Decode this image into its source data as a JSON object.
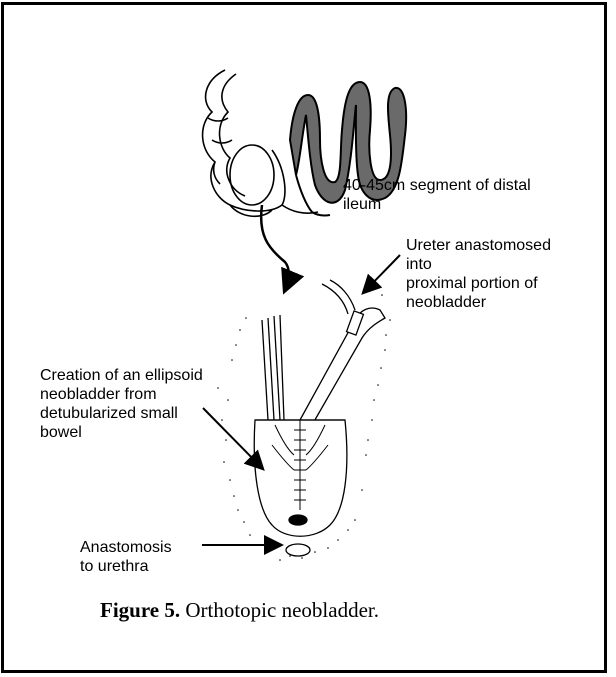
{
  "figure": {
    "caption_label": "Figure 5.",
    "caption_text": " Orthotopic neobladder."
  },
  "labels": {
    "ileum_segment": "40-45cm segment of distal\nileum",
    "ureter": "Ureter anastomosed\ninto\nproximal portion of\nneobladder",
    "neobladder_creation": "Creation of an ellipsoid\nneobladder from\ndetubularized small\nbowel",
    "anastomosis": "Anastomosis\nto urethra"
  },
  "colors": {
    "ink": "#000000",
    "background": "#ffffff"
  }
}
